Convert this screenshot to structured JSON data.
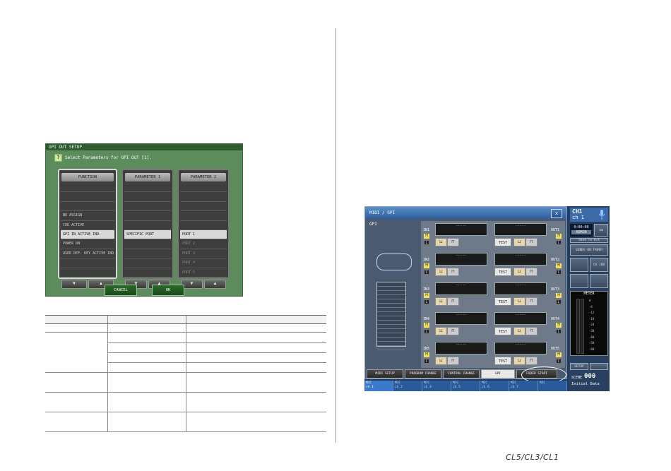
{
  "dialog": {
    "title": "GPI OUT SETUP",
    "prompt": "Select Parameters for GPI OUT [1].",
    "columns": [
      {
        "header": "FUNCTION",
        "rows": [
          "",
          "",
          "",
          "NO ASSIGN",
          "CUE ACTIVE",
          "GPI IN ACTIVE IND.",
          "POWER ON",
          "USER DEF. KEY ACTIVE IND.",
          "",
          ""
        ]
      },
      {
        "header": "PARAMETER 1",
        "rows": [
          "",
          "",
          "",
          "",
          "",
          "SPECIFIC PORT",
          "",
          "",
          "",
          ""
        ]
      },
      {
        "header": "PARAMETER 2",
        "rows": [
          "",
          "",
          "",
          "",
          "",
          "PORT 1",
          "PORT 2",
          "PORT 3",
          "PORT 4",
          "PORT 5"
        ]
      }
    ],
    "arrow_up": "▼",
    "arrow_down": "▲",
    "cancel": "CANCEL",
    "ok": "OK"
  },
  "screen": {
    "window_title": "MIDI / GPI",
    "close": "×",
    "section": "GPI",
    "inputs": [
      "IN1",
      "IN2",
      "IN3",
      "IN4",
      "IN5"
    ],
    "outputs": [
      "OUT1",
      "OUT2",
      "OUT3",
      "OUT4",
      "OUT5"
    ],
    "h_badge": "H",
    "l_badge": "L",
    "dash": "-----",
    "test": "TEST",
    "tabs": [
      "MIDI SETUP",
      "PROGRAM CHANGE",
      "CONTROL CHANGE",
      "GPI",
      "FADER START"
    ],
    "channels": [
      {
        "top": "MIC",
        "bottom": "ch 1"
      },
      {
        "top": "MIC",
        "bottom": "ch 2"
      },
      {
        "top": "MIC",
        "bottom": "ch 4"
      },
      {
        "top": "MIC",
        "bottom": "ch 5"
      },
      {
        "top": "MIC",
        "bottom": "ch 6"
      },
      {
        "top": "MIC",
        "bottom": "ch 7"
      },
      {
        "top": "MIC",
        "bottom": ""
      }
    ],
    "side": {
      "ch_number": "CH1",
      "ch_name": "ch 1",
      "time": "0:00:00",
      "login": "ADMIN",
      "send_to": "Send To 0/4",
      "sends_on_fader": "SENDS ON FADER",
      "ch_job": "CH JOB",
      "meter": "METER",
      "meter_scale": [
        "0",
        "-6",
        "-12",
        "-18",
        "-24",
        "-30",
        "-40",
        "-50",
        "-60"
      ],
      "setup": "SETUP",
      "scene_label": "SCENE",
      "scene_number": "000",
      "scene_title": "Initial Data"
    }
  },
  "logo": "CL5/CL3/CL1"
}
